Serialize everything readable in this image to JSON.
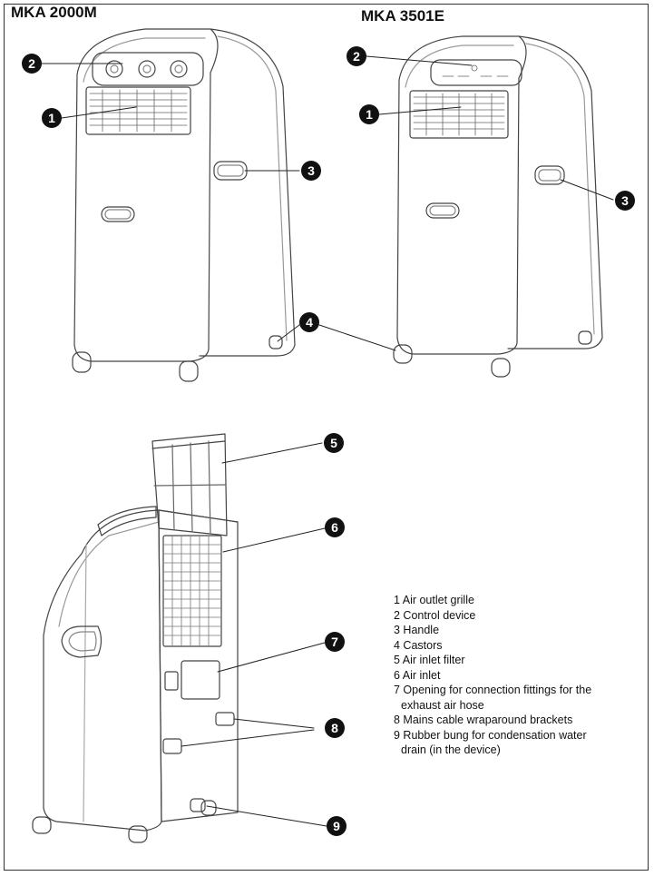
{
  "titles": {
    "left": "MKA 2000M",
    "right": "MKA 3501E"
  },
  "callouts": {
    "c1": "1",
    "c2": "2",
    "c3": "3",
    "c4": "4",
    "c5": "5",
    "c6": "6",
    "c7": "7",
    "c8": "8",
    "c9": "9"
  },
  "legend": [
    "1 Air outlet grille",
    "2 Control device",
    "3 Handle",
    "4 Castors",
    "5 Air inlet filter",
    "6 Air inlet",
    "7 Opening for connection fittings for the",
    "exhaust air hose",
    "8 Mains cable wraparound brackets",
    "9 Rubber bung for condensation water",
    "drain (in the device)"
  ],
  "colors": {
    "line": "#444444",
    "callout_fill": "#111111",
    "callout_text": "#ffffff"
  }
}
